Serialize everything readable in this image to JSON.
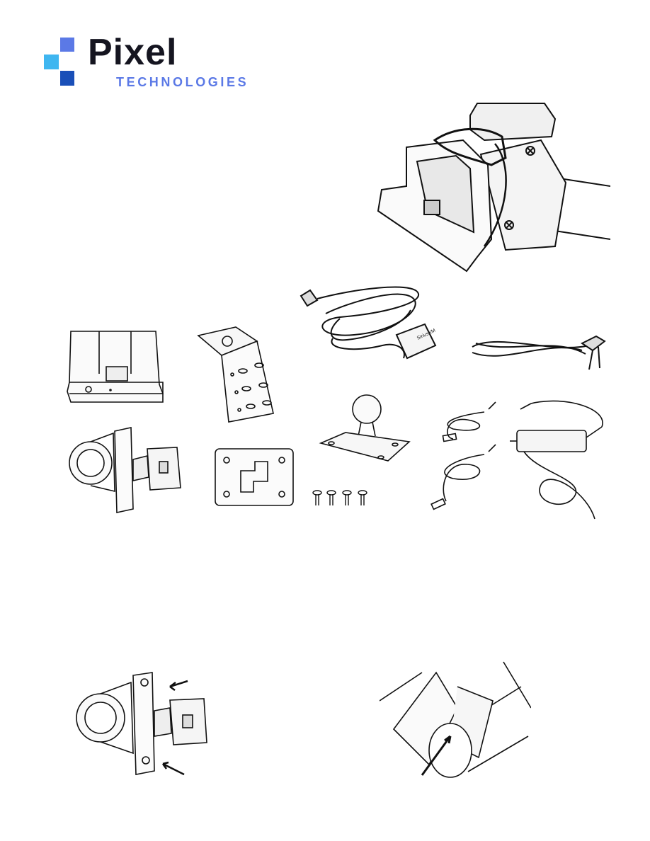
{
  "logo": {
    "word": "Pixel",
    "sub": "TECHNOLOGIES",
    "colors": {
      "dark": "#151520",
      "accent": "#5b79e6",
      "light_blue": "#3fb6f0",
      "navy": "#1a4fb8"
    }
  },
  "figures": {
    "cradle_top": {
      "label": ""
    },
    "antenna_brand": "SiriusXM"
  }
}
